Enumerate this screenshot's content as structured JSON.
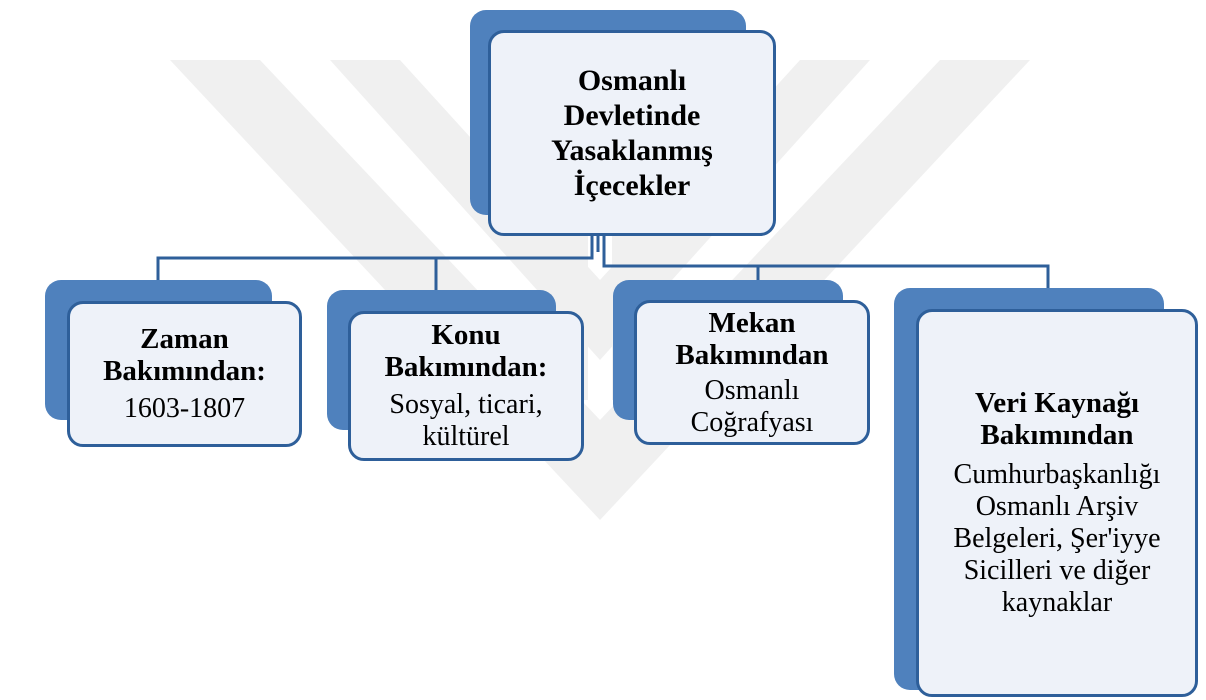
{
  "root": {
    "title_lines": [
      "Osmanlı",
      "Devletinde",
      "Yasaklanmış",
      "İçecekler"
    ]
  },
  "children": [
    {
      "title_lines": [
        "Zaman",
        "Bakımından:"
      ],
      "body_lines": [
        "1603-1807"
      ]
    },
    {
      "title_lines": [
        "Konu",
        "Bakımından:"
      ],
      "body_lines": [
        "Sosyal, ticari,",
        "kültürel"
      ]
    },
    {
      "title_lines": [
        "Mekan",
        "Bakımından"
      ],
      "body_lines": [
        "Osmanlı",
        "Coğrafyası"
      ]
    },
    {
      "title_lines": [
        "Veri Kaynağı",
        "Bakımından"
      ],
      "body_lines": [
        "Cumhurbaşkanlığı",
        "Osmanlı Arşiv",
        "Belgeleri, Şer'iyye",
        "Sicilleri ve diğer",
        "kaynaklar"
      ]
    }
  ],
  "colors": {
    "box_back": "#4f81bd",
    "box_front_fill": "#eef2f9",
    "box_border": "#2e5f9a",
    "connector": "#2e5f9a",
    "watermark": "#eeeeee"
  }
}
